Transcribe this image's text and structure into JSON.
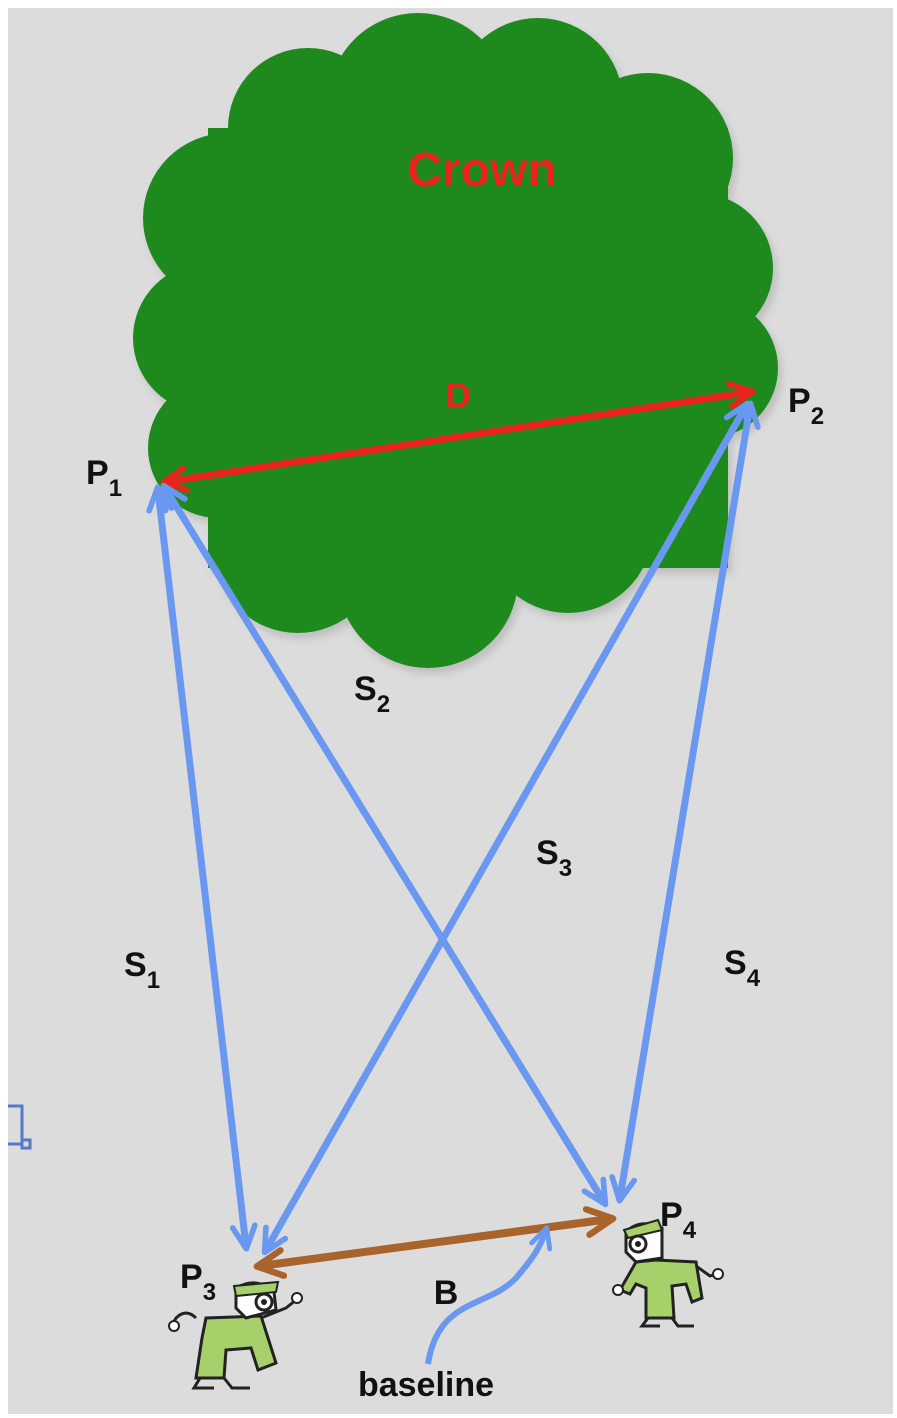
{
  "colors": {
    "background": "#dcdcdc",
    "crown": "#1e8a1e",
    "crown_label": "#e8241c",
    "diameter_arrow": "#e8241c",
    "sight_arrows": "#6a98f0",
    "baseline_arrow": "#a8642a",
    "pointer_arrow": "#6a98f0",
    "text": "#111111",
    "surveyor_body": "#a7cf6a"
  },
  "labels": {
    "crown": "Crown",
    "diameter": "D",
    "baseline_segment": "B",
    "baseline_caption": "baseline",
    "p1": {
      "main": "P",
      "sub": "1"
    },
    "p2": {
      "main": "P",
      "sub": "2"
    },
    "p3": {
      "main": "P",
      "sub": "3"
    },
    "p4": {
      "main": "P",
      "sub": "4"
    },
    "s1": {
      "main": "S",
      "sub": "1"
    },
    "s2": {
      "main": "S",
      "sub": "2"
    },
    "s3": {
      "main": "S",
      "sub": "3"
    },
    "s4": {
      "main": "S",
      "sub": "4"
    }
  },
  "icons": {
    "surveyor_left": "surveyor-icon",
    "surveyor_right": "surveyor-icon",
    "edge_fragment": "bracket-icon"
  }
}
